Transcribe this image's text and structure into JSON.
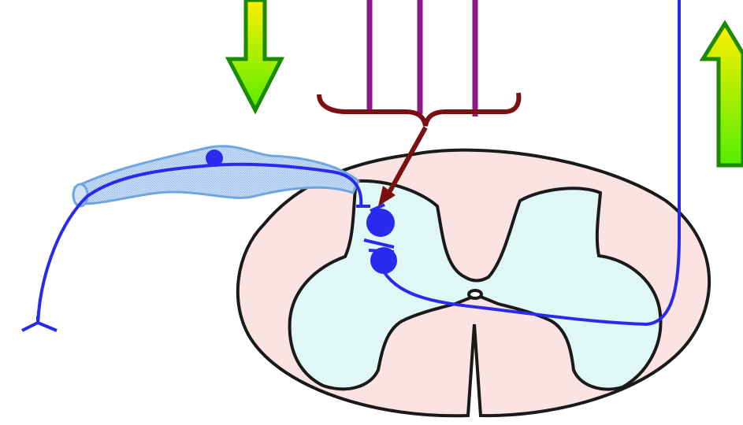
{
  "diagram": {
    "colors": {
      "background": "#ffffff",
      "white_matter": "#fbe3e3",
      "gray_matter": "#dff8f6",
      "outline": "#1a1a1a",
      "neuron": "#2a2aee",
      "nerve_sheath": "#aecdf2",
      "descending_tracts": "#8a1a8a",
      "brace": "#7a1010",
      "arrow_fill_top": "#ffee00",
      "arrow_fill_bottom": "#55ee00",
      "arrow_stroke": "#1a8a00"
    },
    "elements": {
      "down_arrow": "downward-signal-arrow",
      "up_arrow": "upward-signal-arrow",
      "descending_fibers": "three-descending-fibers",
      "brace": "convergence-brace",
      "spinal_cord": "spinal-cord-cross-section",
      "sensory_neuron": "sensory-neuron-with-ganglion",
      "interneurons": "two-interneurons",
      "ascending_axon": "ascending-tract-axon"
    }
  }
}
